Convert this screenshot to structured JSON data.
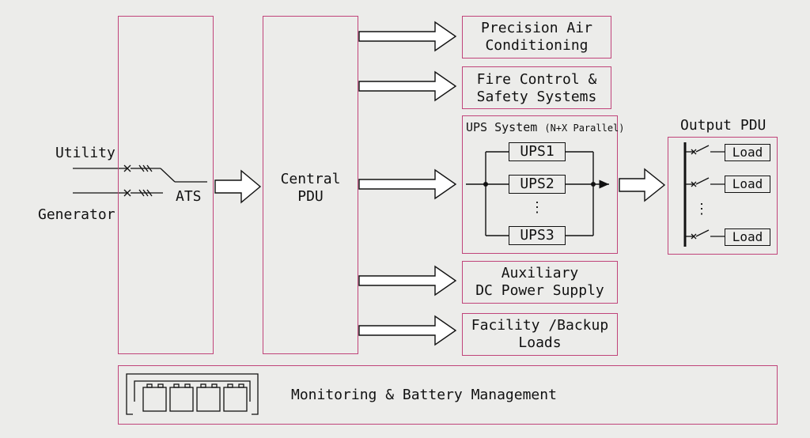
{
  "inputs": {
    "utility": "Utility",
    "generator": "Generator",
    "ats": "ATS"
  },
  "central_pdu": {
    "line1": "Central",
    "line2": "PDU"
  },
  "outputs": {
    "precision_air": [
      "Precision Air",
      "Conditioning"
    ],
    "fire_control": [
      "Fire Control &",
      "Safety Systems"
    ],
    "auxiliary_dc": [
      "Auxiliary",
      "DC Power Supply"
    ],
    "facility_loads": [
      "Facility /Backup",
      "Loads"
    ]
  },
  "ups_system": {
    "title": "UPS System",
    "subtitle": "(N+X Parallel)",
    "units": [
      "UPS1",
      "UPS2",
      "UPS3"
    ],
    "ellipsis": "⋮"
  },
  "output_pdu": {
    "title": "Output PDU",
    "loads": [
      "Load",
      "Load",
      "Load"
    ],
    "ellipsis": "⋮"
  },
  "monitoring": {
    "label": "Monitoring & Battery Management",
    "battery_cells": 4
  },
  "colors": {
    "box_border": "#c0447a",
    "line": "#111111",
    "background": "#ececea"
  }
}
